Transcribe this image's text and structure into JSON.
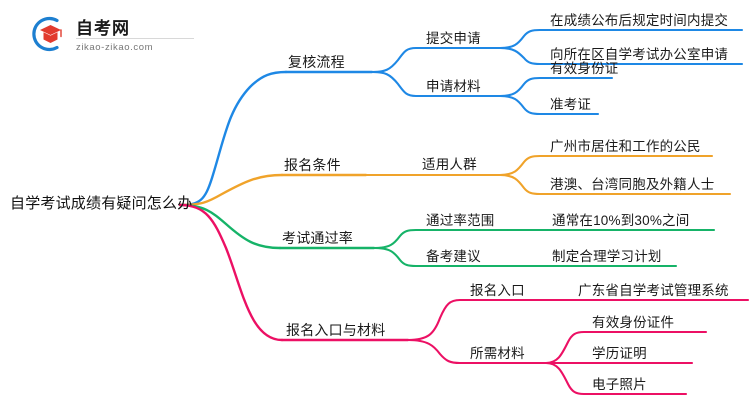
{
  "logo": {
    "brand_name": "自考网",
    "url_text": "zikao-zikao.com",
    "arc_color": "#1D7FD0",
    "cap_color": "#E23B2E"
  },
  "mindmap": {
    "root": {
      "label": "自学考试成绩有疑问怎么办"
    },
    "colors": {
      "blue": "#1E88E5",
      "orange": "#F0A32A",
      "green": "#16B368",
      "pink": "#EC1064"
    },
    "branches": [
      {
        "label": "复核流程",
        "color_key": "blue",
        "children": [
          {
            "label": "提交申请",
            "leaves": [
              "在成绩公布后规定时间内提交",
              "向所在区自学考试办公室申请"
            ]
          },
          {
            "label": "申请材料",
            "leaves": [
              "有效身份证",
              "准考证"
            ]
          }
        ]
      },
      {
        "label": "报名条件",
        "color_key": "orange",
        "children": [
          {
            "label": "适用人群",
            "leaves": [
              "广州市居住和工作的公民",
              "港澳、台湾同胞及外籍人士"
            ]
          }
        ]
      },
      {
        "label": "考试通过率",
        "color_key": "green",
        "children": [
          {
            "label": "通过率范围",
            "leaves": [
              "通常在10%到30%之间"
            ]
          },
          {
            "label": "备考建议",
            "leaves": [
              "制定合理学习计划"
            ]
          }
        ]
      },
      {
        "label": "报名入口与材料",
        "color_key": "pink",
        "children": [
          {
            "label": "报名入口",
            "leaves": [
              "广东省自学考试管理系统"
            ]
          },
          {
            "label": "所需材料",
            "leaves": [
              "有效身份证件",
              "学历证明",
              "电子照片"
            ]
          }
        ]
      }
    ]
  }
}
